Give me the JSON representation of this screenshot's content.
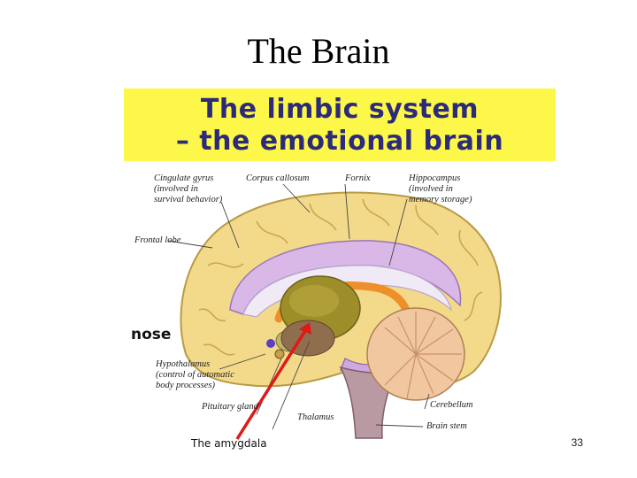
{
  "slide": {
    "title": "The Brain",
    "page_number": "33"
  },
  "figure": {
    "banner_line1": "The limbic system",
    "banner_line2": "– the emotional brain",
    "banner_color": "#fdf74a",
    "banner_text_color": "#2b2b7a",
    "labels": {
      "cingulate_gyrus": "Cingulate gyrus\n(involved in\nsurvival behavior)",
      "corpus_callosum": "Corpus callosum",
      "fornix": "Fornix",
      "hippocampus": "Hippocampus\n(involved in\nmemory storage)",
      "frontal_lobe": "Frontal lobe",
      "nose": "nose",
      "hypothalamus": "Hypothalamus\n(control of automatic\nbody processes)",
      "pituitary_gland": "Pituitary gland",
      "thalamus": "Thalamus",
      "cerebellum": "Cerebellum",
      "brain_stem": "Brain stem",
      "amygdala": "The amygdala"
    }
  }
}
